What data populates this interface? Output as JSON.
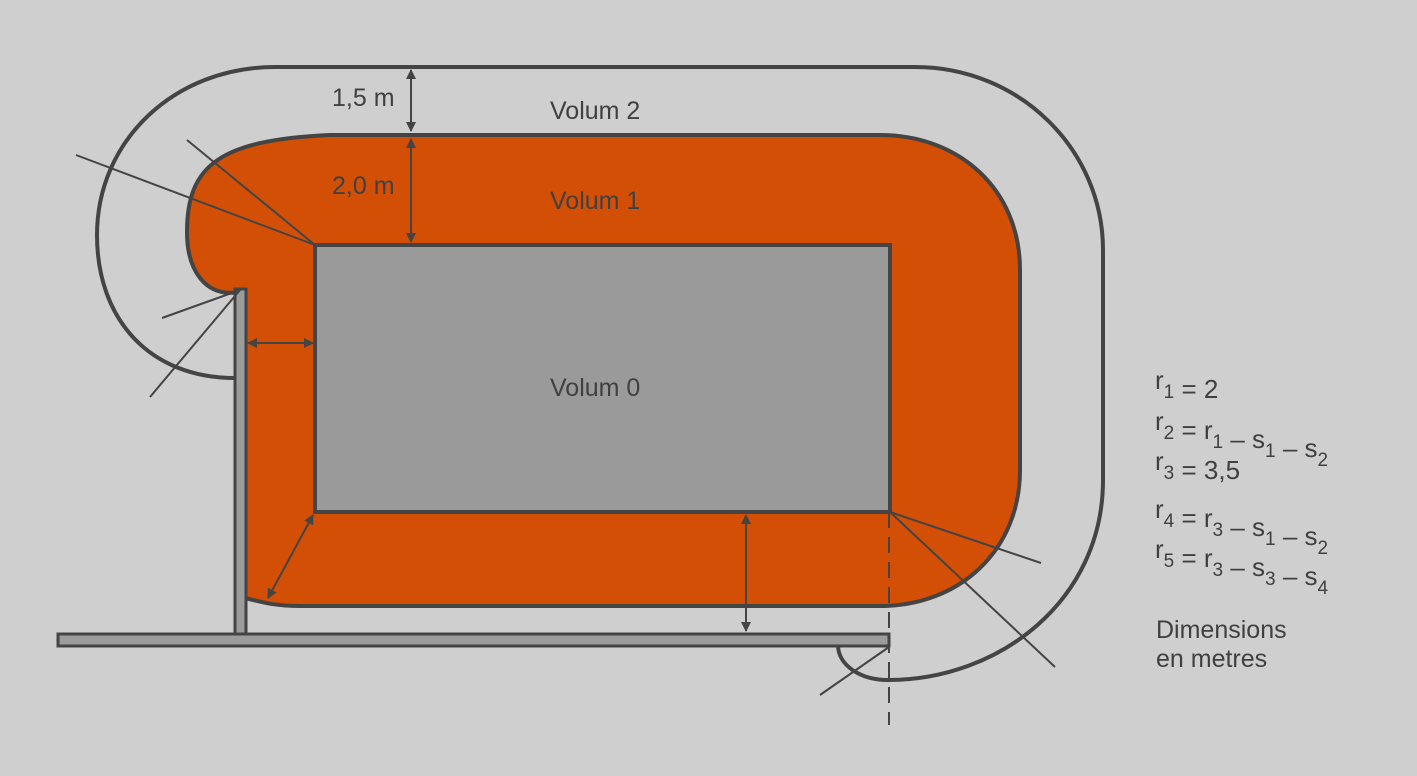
{
  "colors": {
    "background": "#cfcfcf",
    "volum1": "#d44f06",
    "volum0": "#9a9a9a",
    "stroke": "#444444",
    "wall": "#9c9c9c"
  },
  "labels": {
    "volum2": "Volum 2",
    "volum1": "Volum 1",
    "volum0": "Volum 0",
    "dim_1_5": "1,5 m",
    "dim_2_0": "2,0 m"
  },
  "formulas": [
    [
      [
        "r",
        "1"
      ],
      [
        " = 2",
        ""
      ]
    ],
    [
      [
        "r",
        "2"
      ],
      [
        " = r",
        ""
      ],
      [
        "",
        "1"
      ],
      [
        " – s",
        ""
      ],
      [
        "",
        "1"
      ],
      [
        " – s",
        ""
      ],
      [
        "",
        "2"
      ]
    ],
    [
      [
        "r",
        "3"
      ],
      [
        " = 3,5",
        ""
      ]
    ],
    [
      [
        "r",
        "4"
      ],
      [
        " = r",
        ""
      ],
      [
        "",
        "3"
      ],
      [
        " – s",
        ""
      ],
      [
        "",
        "1"
      ],
      [
        " – s",
        ""
      ],
      [
        "",
        "2"
      ]
    ],
    [
      [
        "r",
        "5"
      ],
      [
        " = r",
        ""
      ],
      [
        "",
        "3"
      ],
      [
        " – s",
        ""
      ],
      [
        "",
        "3"
      ],
      [
        " – s",
        ""
      ],
      [
        "",
        "4"
      ]
    ]
  ],
  "note": {
    "line1": "Dimensions",
    "line2": "en metres"
  }
}
